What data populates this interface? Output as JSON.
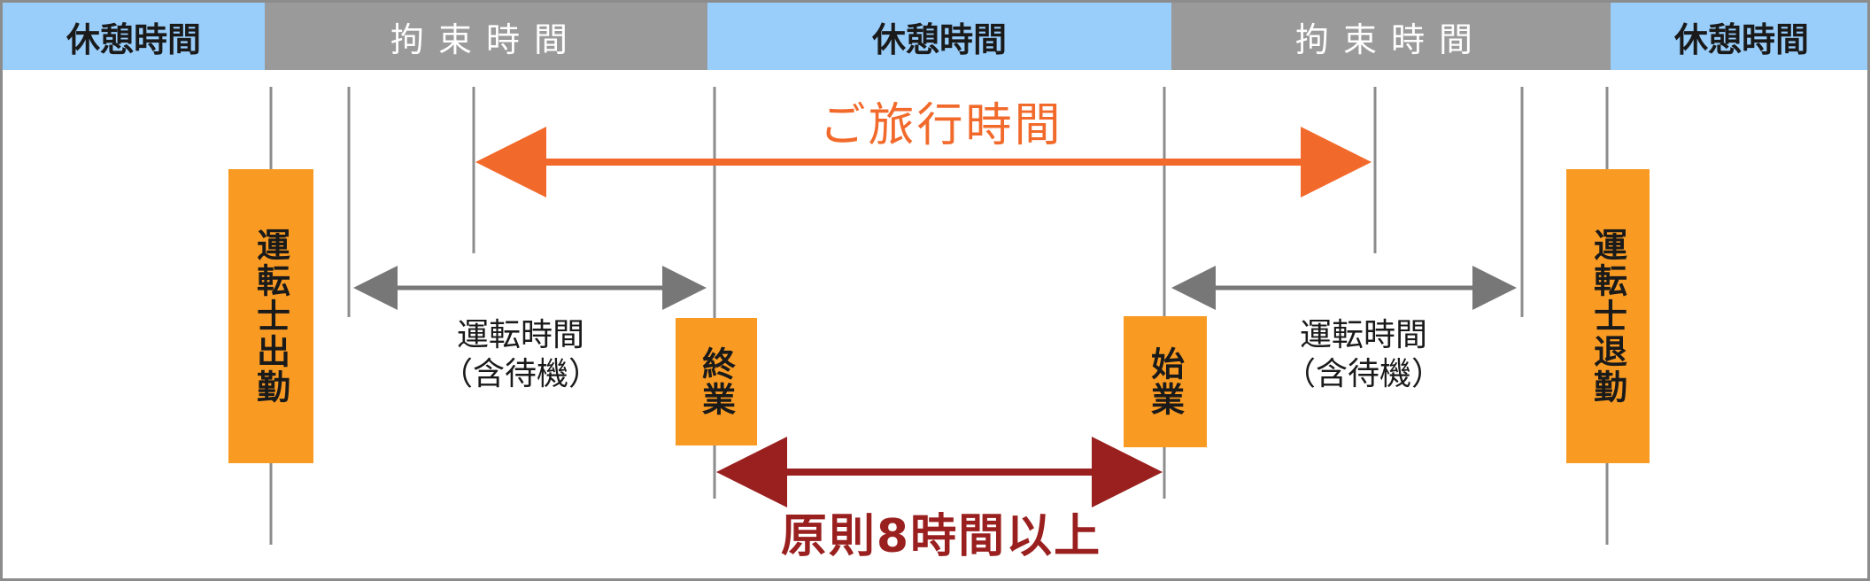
{
  "bands": {
    "rest_label": "休憩時間",
    "bind_label": "拘束時間"
  },
  "travel_time_label": "ご旅行時間",
  "rest_rule_label": "原則8時間以上",
  "driving_time": {
    "line1": "運転時間",
    "line2": "（含待機）"
  },
  "boxes": {
    "driver_start": "運転士出勤",
    "work_end": "終業",
    "work_begin": "始業",
    "driver_leave": "運転士退勤"
  },
  "colors": {
    "rest_band": "#99cdfa",
    "bind_band": "#9a9a9a",
    "box": "#f99b23",
    "travel_arrow": "#f26a2b",
    "rest_arrow": "#9a1f1f",
    "driving_arrow": "#777777",
    "line": "#8c8c8c"
  }
}
